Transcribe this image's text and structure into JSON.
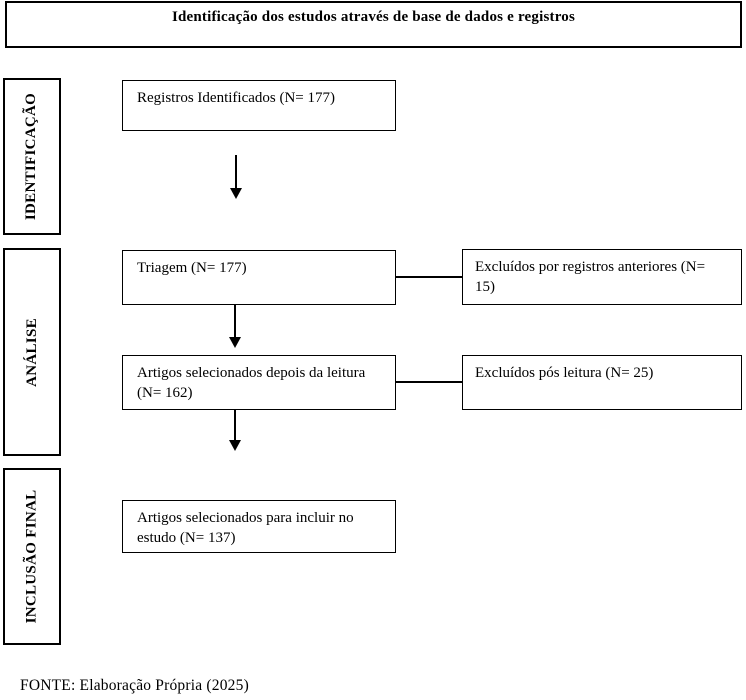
{
  "title": "Identificação dos estudos através de base de dados e registros",
  "stages": [
    {
      "label": "IDENTIFICAÇÃO"
    },
    {
      "label": "ANÁLISE"
    },
    {
      "label": "INCLUSÃO FINAL"
    }
  ],
  "flow": {
    "main": [
      {
        "label": "Registros Identificados (N= 177)",
        "n": 177
      },
      {
        "label": "Triagem (N= 177)",
        "n": 177
      },
      {
        "label": "Artigos selecionados depois da leitura (N= 162)",
        "n": 162
      },
      {
        "label": "Artigos selecionados para incluir no estudo (N= 137)",
        "n": 137
      }
    ],
    "exclusions": [
      {
        "label": "Excluídos por registros anteriores (N= 15)",
        "n": 15
      },
      {
        "label": "Excluídos pós leitura (N= 25)",
        "n": 25
      }
    ]
  },
  "footer": {
    "source": "FONTE: Elaboração Própria (2025)"
  },
  "colors": {
    "line": "#000000",
    "text": "#000000",
    "background": "#ffffff"
  }
}
